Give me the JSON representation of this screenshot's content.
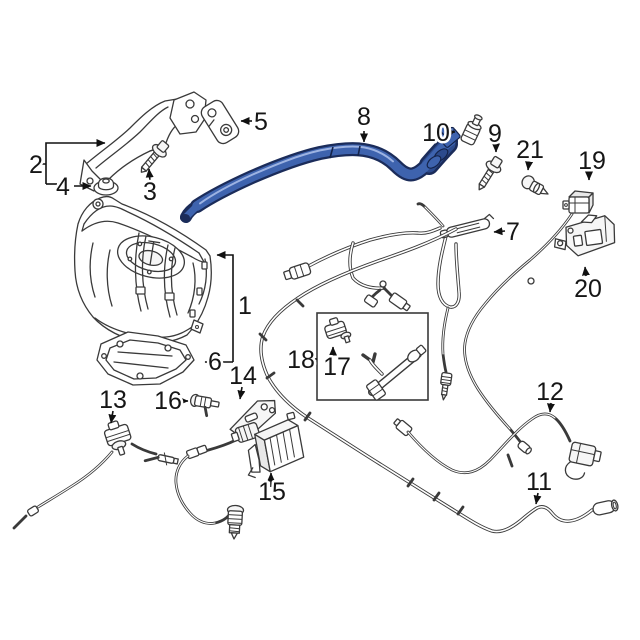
{
  "diagram": {
    "kind": "exploded-parts-line-art",
    "background": "#ffffff"
  },
  "colors": {
    "line": "#3a3a3a",
    "leader": "#111111",
    "label": "#161616",
    "pipe_outline": "#1b2c5a",
    "pipe_fill": "#3e63ae",
    "pipe_highlight": "#9db3e2",
    "pipe_mid": "#2c4a8c"
  },
  "callouts": [
    {
      "text": "1"
    },
    {
      "text": "2"
    },
    {
      "text": "3"
    },
    {
      "text": "4"
    },
    {
      "text": "5"
    },
    {
      "text": "6"
    },
    {
      "text": "7"
    },
    {
      "text": "8"
    },
    {
      "text": "9"
    },
    {
      "text": "10"
    },
    {
      "text": "11"
    },
    {
      "text": "12"
    },
    {
      "text": "13"
    },
    {
      "text": "14"
    },
    {
      "text": "15"
    },
    {
      "text": "16"
    },
    {
      "text": "17"
    },
    {
      "text": "18"
    },
    {
      "text": "19"
    },
    {
      "text": "20"
    },
    {
      "text": "21"
    }
  ]
}
